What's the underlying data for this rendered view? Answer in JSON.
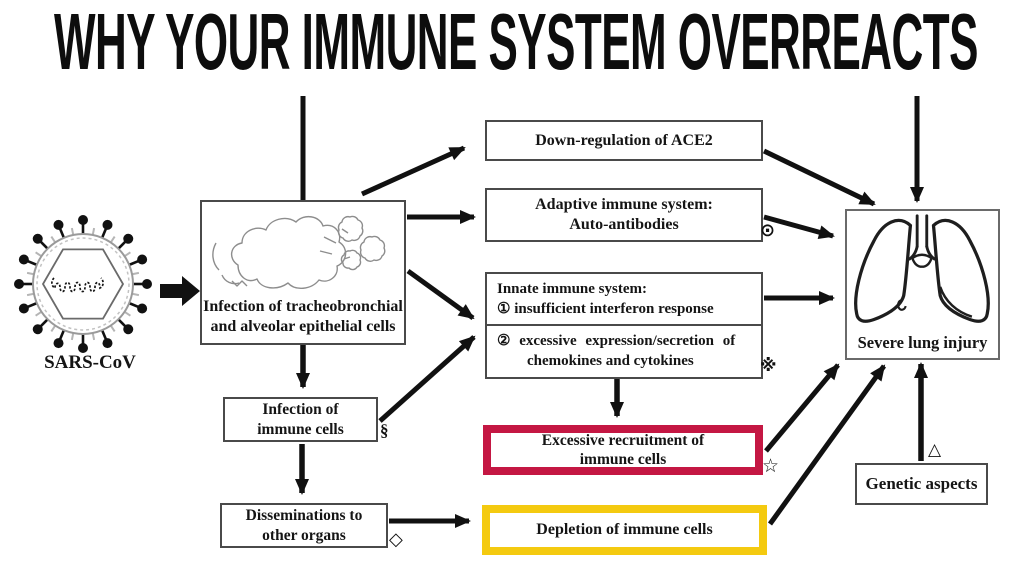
{
  "title": "WHY YOUR IMMUNE SYSTEM OVERREACTS",
  "virus": {
    "label": "SARS-CoV"
  },
  "nodes": {
    "infection_epithelial": {
      "line1": "Infection of tracheobronchial",
      "line2": "and alveolar epithelial cells"
    },
    "ace2": {
      "label": "Down-regulation of ACE2"
    },
    "adaptive": {
      "line1": "Adaptive immune system:",
      "line2": "Auto-antibodies",
      "symbol": "⊙"
    },
    "innate": {
      "header": "Innate immune system:",
      "item1": "① insufficient interferon response",
      "item2_line1": "② excessive expression/secretion of",
      "item2_line2": "chemokines and cytokines",
      "symbol": "※"
    },
    "recruitment": {
      "line1": "Excessive recruitment of",
      "line2": "immune cells",
      "symbol": "☆",
      "border_color": "#c41743"
    },
    "depletion": {
      "label": "Depletion of immune cells",
      "border_color": "#f4ca10"
    },
    "infection_immune": {
      "line1": "Infection of",
      "line2": "immune cells",
      "symbol": "§"
    },
    "dissemination": {
      "line1": "Disseminations to",
      "line2": "other organs",
      "symbol": "◇"
    },
    "lung_injury": {
      "label": "Severe lung injury"
    },
    "genetic": {
      "label": "Genetic aspects",
      "symbol": "△"
    }
  },
  "colors": {
    "accent_red": "#c41743",
    "accent_yellow": "#f4ca10",
    "ink": "#111111"
  }
}
